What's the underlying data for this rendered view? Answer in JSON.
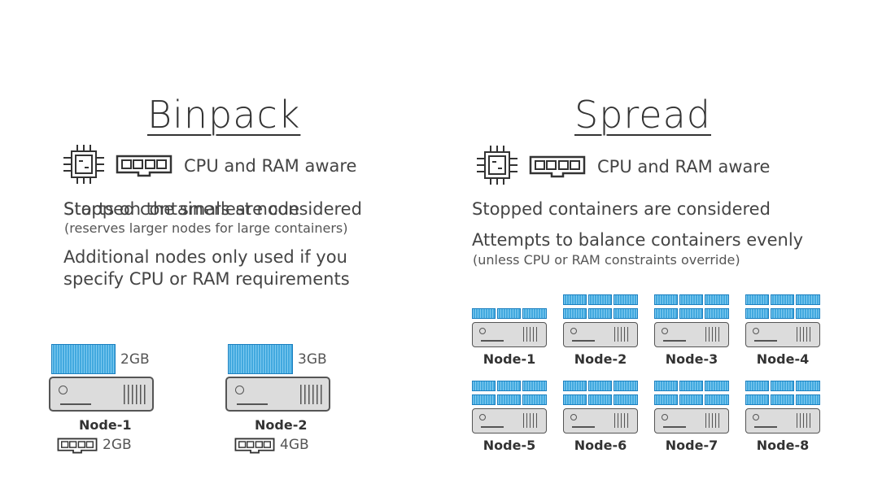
{
  "binpack": {
    "title": "Binpack",
    "cpu_ram_label": "CPU and RAM aware",
    "line1_a": "Starts on the smallest node",
    "line1_b": "Stopped containers are considered",
    "line1_sub": "(reserves larger nodes for large containers)",
    "line2": "Additional nodes only used if you",
    "line3": "specify CPU or RAM requirements",
    "nodes": [
      {
        "name": "Node-1",
        "container_size": "2GB",
        "ram": "2GB"
      },
      {
        "name": "Node-2",
        "container_size": "3GB",
        "ram": "4GB"
      }
    ]
  },
  "spread": {
    "title": "Spread",
    "cpu_ram_label": "CPU and RAM aware",
    "line1": "Stopped containers are considered",
    "line2": "Attempts to balance containers evenly",
    "line2_sub": "(unless CPU or RAM constraints override)",
    "nodes": [
      "Node-1",
      "Node-2",
      "Node-3",
      "Node-4",
      "Node-5",
      "Node-6",
      "Node-7",
      "Node-8"
    ]
  },
  "colors": {
    "container_blue": "#42a9df",
    "server_gray": "#dcdcdc"
  }
}
